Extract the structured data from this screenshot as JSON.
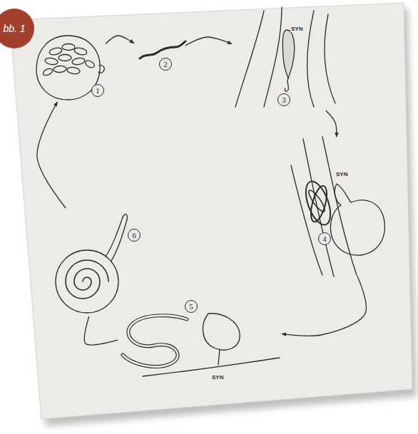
{
  "diagram": {
    "nodes": [
      {
        "text": [
          "bb. 1"
        ]
      },
      {
        "text": [
          "1"
        ]
      },
      {
        "text": [
          "2"
        ]
      },
      {
        "text": [
          "3"
        ]
      },
      {
        "text": [
          "4"
        ]
      },
      {
        "text": [
          "5"
        ]
      },
      {
        "text": [
          "6"
        ]
      }
    ],
    "edges": [
      {
        "from": 1,
        "to": 2,
        "arrow": "to"
      },
      {
        "from": 2,
        "to": 3,
        "arrow": "to"
      },
      {
        "from": 3,
        "to": 4,
        "arrow": "to"
      },
      {
        "from": 4,
        "to": 5,
        "arrow": "to"
      },
      {
        "from": 5,
        "to": 6,
        "arrow": "none"
      },
      {
        "from": 6,
        "to": 1,
        "arrow": "to"
      }
    ],
    "labels": [
      "SYN",
      "SYN",
      "SYN"
    ]
  }
}
